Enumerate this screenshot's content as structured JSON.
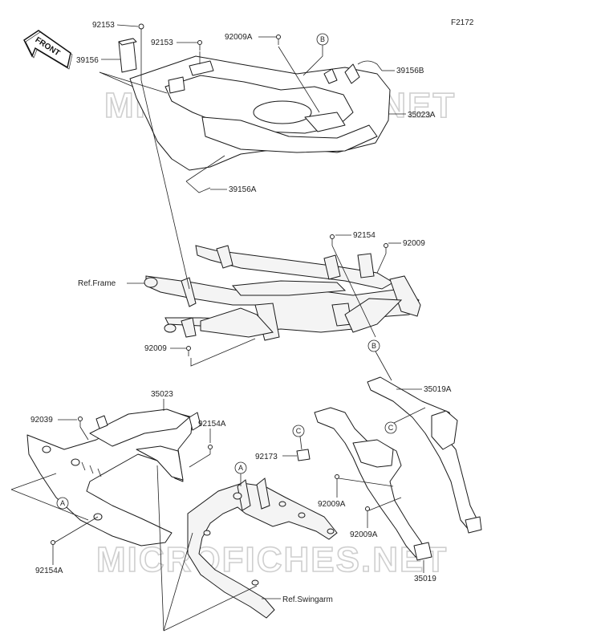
{
  "figure_code": "F2172",
  "watermark": "MICROFICHES.NET",
  "front_badge": "FRONT",
  "part_labels": {
    "p92153_top": "92153",
    "p92153_mid": "92153",
    "p92009A_top": "92009A",
    "p39156": "39156",
    "p39156B": "39156B",
    "p35023A": "35023A",
    "p39156A": "39156A",
    "p92154": "92154",
    "p92009_right": "92009",
    "ref_frame": "Ref.Frame",
    "p92009_left": "92009",
    "p35019A": "35019A",
    "p35023": "35023",
    "p92039": "92039",
    "p92154A_right": "92154A",
    "p92173": "92173",
    "p92009A_mid": "92009A",
    "p92009A_low": "92009A",
    "p92154A_bottom": "92154A",
    "p35019": "35019",
    "ref_swingarm": "Ref.Swingarm"
  },
  "callouts": {
    "B_top": "B",
    "B_mid": "B",
    "C_left": "C",
    "C_right": "C",
    "A_left": "A",
    "A_swingarm": "A"
  }
}
